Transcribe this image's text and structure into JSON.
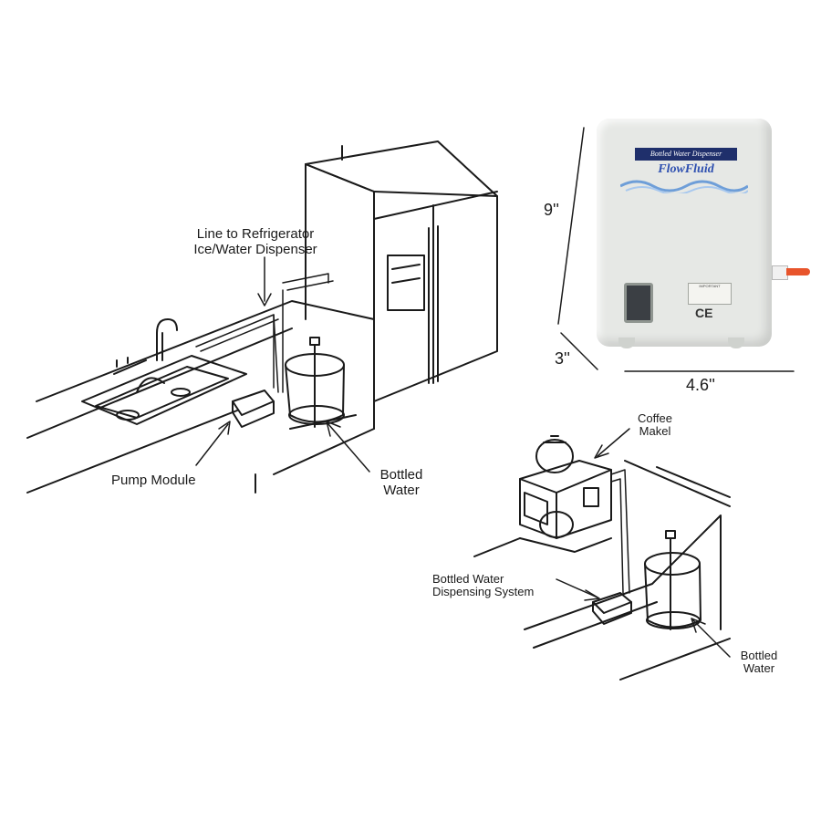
{
  "labels": {
    "refrigerator_line": [
      "Line to Refrigerator",
      "Ice/Water Dispenser"
    ],
    "pump_module": "Pump Module",
    "bottled_water_left": [
      "Bottled",
      "Water"
    ],
    "coffee_maker": [
      "Coffee",
      "Makel"
    ],
    "dispensing_system": [
      "Bottled Water",
      "Dispensing System"
    ],
    "bottled_water_right": [
      "Bottled",
      "Water"
    ]
  },
  "dimensions": {
    "height": "9''",
    "depth": "3''",
    "width": "4.6''"
  },
  "product": {
    "header": "Bottled Water Dispenser",
    "brand": "FlowFluid",
    "sticker": "IMPORTANT",
    "mark": "CE"
  },
  "colors": {
    "line": "#1a1a1a",
    "unit_body": "#e6e8e5",
    "brand_bar": "#1f2f6b",
    "brand_text": "#2d4fb0",
    "nozzle": "#e8542b"
  }
}
